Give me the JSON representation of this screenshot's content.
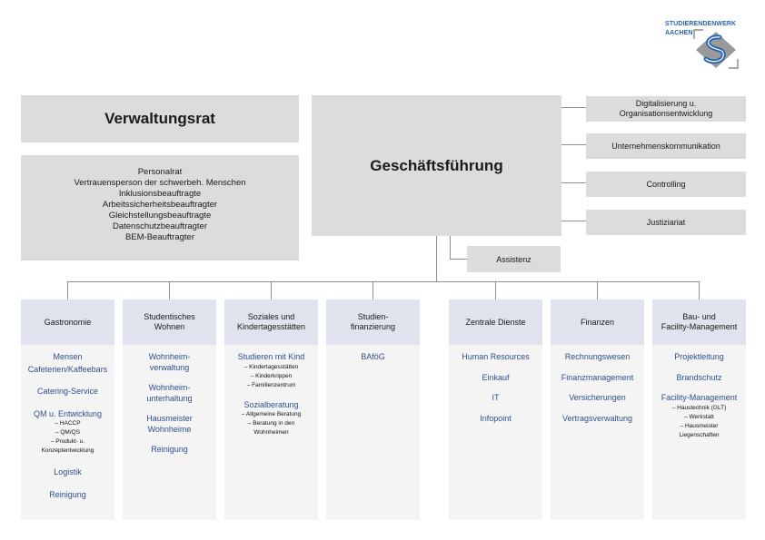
{
  "logo": {
    "line1": "STUDIERENDENWERK",
    "line2": "AACHEN",
    "colors": {
      "blue": "#2a66b0",
      "grey": "#8a8a8a"
    }
  },
  "verwaltungsrat": "Verwaltungsrat",
  "staff_functions": [
    "Personalrat",
    "Vertrauensperson der schwerbeh. Menschen",
    "Inklusionsbeauftragte",
    "Arbeitssicherheitsbeauftragter",
    "Gleichstellungsbeauftragte",
    "Datenschutzbeauftragter",
    "BEM-Beauftragter"
  ],
  "geschaeftsfuehrung": "Geschäftsführung",
  "side_units": [
    [
      "Digitalisierung u.",
      "Organisationsentwicklung"
    ],
    [
      "Unternehmenskommunikation"
    ],
    [
      "Controlling"
    ],
    [
      "Justiziariat"
    ]
  ],
  "assistenz": "Assistenz",
  "departments": [
    {
      "title": [
        "Gastronomie"
      ],
      "items": [
        {
          "t": "it",
          "text": "Mensen",
          "gap": ""
        },
        {
          "t": "it",
          "text": "Cafeterien/Kaffeebars",
          "gap": "gap-s"
        },
        {
          "t": "it",
          "text": "Catering-Service",
          "gap": "gap-l"
        },
        {
          "t": "it",
          "text": "QM u. Entwicklung",
          "gap": "gap-l"
        },
        {
          "t": "sub",
          "text": "– HACCP",
          "gap": ""
        },
        {
          "t": "sub",
          "text": "– QM/QS",
          "gap": ""
        },
        {
          "t": "sub",
          "text": "– Produkt- u.",
          "gap": ""
        },
        {
          "t": "sub",
          "text": "Konzeptentwicklung",
          "gap": ""
        },
        {
          "t": "it",
          "text": "Logistik",
          "gap": "gap-l"
        },
        {
          "t": "it",
          "text": "Reinigung",
          "gap": "gap-l"
        }
      ]
    },
    {
      "title": [
        "Studentisches",
        "Wohnen"
      ],
      "items": [
        {
          "t": "it",
          "text": "Wohnheim-",
          "gap": ""
        },
        {
          "t": "it",
          "text": "verwaltung",
          "gap": ""
        },
        {
          "t": "it",
          "text": "Wohnheim-",
          "gap": "gap-m"
        },
        {
          "t": "it",
          "text": "unterhaltung",
          "gap": ""
        },
        {
          "t": "it",
          "text": "Hausmeister",
          "gap": "gap-m"
        },
        {
          "t": "it",
          "text": "Wohnheime",
          "gap": ""
        },
        {
          "t": "it",
          "text": "Reinigung",
          "gap": "gap-m"
        }
      ]
    },
    {
      "title": [
        "Soziales und",
        "Kindertagesstätten"
      ],
      "items": [
        {
          "t": "it",
          "text": "Studieren mit Kind",
          "gap": ""
        },
        {
          "t": "sub",
          "text": "– Kindertagesstätten",
          "gap": ""
        },
        {
          "t": "sub",
          "text": "– Kinderkrippen",
          "gap": ""
        },
        {
          "t": "sub",
          "text": "– Familienzentrum",
          "gap": ""
        },
        {
          "t": "it",
          "text": "Sozialberatung",
          "gap": "gap-m"
        },
        {
          "t": "sub",
          "text": "– Allgemeine Beratung",
          "gap": ""
        },
        {
          "t": "sub",
          "text": "– Beratung in den",
          "gap": ""
        },
        {
          "t": "sub",
          "text": "Wohnheimen",
          "gap": ""
        }
      ]
    },
    {
      "title": [
        "Studien-",
        "finanzierung"
      ],
      "items": [
        {
          "t": "it",
          "text": "BAföG",
          "gap": ""
        }
      ]
    },
    {
      "title": [
        "Zentrale Dienste"
      ],
      "items": [
        {
          "t": "it",
          "text": "Human Resources",
          "gap": ""
        },
        {
          "t": "it",
          "text": "Einkauf",
          "gap": "gap-m"
        },
        {
          "t": "it",
          "text": "IT",
          "gap": "gap-m"
        },
        {
          "t": "it",
          "text": "Infopoint",
          "gap": "gap-m"
        }
      ]
    },
    {
      "title": [
        "Finanzen"
      ],
      "items": [
        {
          "t": "it",
          "text": "Rechnungswesen",
          "gap": ""
        },
        {
          "t": "it",
          "text": "Finanzmanagement",
          "gap": "gap-m"
        },
        {
          "t": "it",
          "text": "Versicherungen",
          "gap": "gap-m"
        },
        {
          "t": "it",
          "text": "Vertragsverwaltung",
          "gap": "gap-m"
        }
      ]
    },
    {
      "title": [
        "Bau- und",
        "Facility-Management"
      ],
      "items": [
        {
          "t": "it",
          "text": "Projektleitung",
          "gap": ""
        },
        {
          "t": "it",
          "text": "Brandschutz",
          "gap": "gap-m"
        },
        {
          "t": "it",
          "text": "Facility-Management",
          "gap": "gap-m"
        },
        {
          "t": "sub",
          "text": "– Haustechnik (GLT)",
          "gap": ""
        },
        {
          "t": "sub",
          "text": "– Werkstatt",
          "gap": ""
        },
        {
          "t": "sub",
          "text": "– Hausmeister",
          "gap": ""
        },
        {
          "t": "sub",
          "text": "Liegenschaften",
          "gap": ""
        }
      ]
    }
  ]
}
